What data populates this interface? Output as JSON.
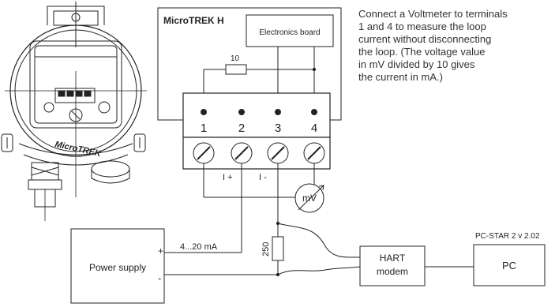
{
  "device_title": "MicroTREK H",
  "electronics_label": "Electronics board",
  "resistor_top_label": "10",
  "terminals": [
    "1",
    "2",
    "3",
    "4"
  ],
  "terminal_signs": [
    "I +",
    "I -"
  ],
  "meter_label": "mV",
  "loop_label": "4...20 mA",
  "resistor_250_label": "250",
  "supply_label": "Power supply",
  "supply_plus": "+",
  "supply_minus": "-",
  "modem_label": [
    "HART",
    "modem"
  ],
  "pc_label": "PC",
  "software_label": "PC-STAR 2 v 2.02",
  "logo_text": "MicroTREK",
  "instruction_text": "Connect a Voltmeter to terminals\n1 and 4  to measure the loop\ncurrent without disconnecting\nthe loop.  (The voltage value\nin mV divided by 10 gives\nthe current in mA.)"
}
